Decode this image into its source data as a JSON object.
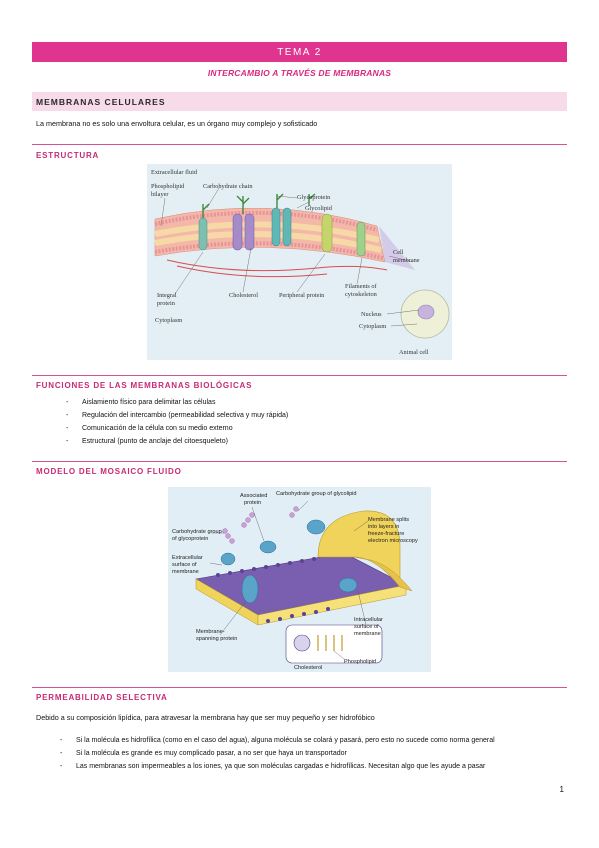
{
  "header": {
    "topic": "TEMA 2",
    "subtitle": "INTERCAMBIO A TRAVÉS DE MEMBRANAS"
  },
  "section_main": {
    "title": "MEMBRANAS CELULARES",
    "intro": "La membrana no es solo una envoltura celular, es un órgano muy complejo y sofisticado"
  },
  "estructura": {
    "heading": "ESTRUCTURA",
    "figure_labels": {
      "extracellular_fluid": "Extracellular fluid",
      "phospholipid": "Phospholipid",
      "bilayer": "bilayer",
      "carbohydrate_chain": "Carbohydrate chain",
      "glycoprotein": "Glycoprotein",
      "glycolipid": "Glycolipid",
      "cell": "Cell",
      "membrane": "membrane",
      "integral": "Integral",
      "protein": "protein",
      "cholesterol": "Cholesterol",
      "peripheral_protein": "Peripheral protein",
      "filaments_of": "Filaments of",
      "cytoskeleton": "cytoskeleton",
      "nucleus": "Nucleus",
      "cytoplasm_small": "Cytoplasm",
      "cytoplasm": "Cytoplasm",
      "animal_cell": "Animal cell"
    }
  },
  "funciones": {
    "heading": "FUNCIONES DE LAS MEMBRANAS BIOLÓGICAS",
    "items": [
      "Aislamiento físico para delimitar las células",
      "Regulación del intercambio (permeabilidad selectiva y muy rápida)",
      "Comunicación de la célula con su medio externo",
      "Estructural (punto de anclaje del citoesqueleto)"
    ]
  },
  "mosaico": {
    "heading": "MODELO DEL MOSAICO FLUIDO",
    "figure_labels": {
      "associated_protein_1": "Associated",
      "associated_protein_2": "protein",
      "carb_glycolipid": "Carbohydrate group of glycolipid",
      "carb_glycoprotein_1": "Carbohydrate group",
      "carb_glycoprotein_2": "of glycoprotein",
      "extracellular_1": "Extracellular",
      "extracellular_2": "surface of",
      "extracellular_3": "membrane",
      "splits_1": "Membrane splits",
      "splits_2": "into layers in",
      "splits_3": "freeze-fracture",
      "splits_4": "electron microscopy",
      "intracellular_1": "Intracellular",
      "intracellular_2": "surface of",
      "intracellular_3": "membrane",
      "spanning_1": "Membrane-",
      "spanning_2": "spanning protein",
      "phospholipid": "Phospholipid",
      "cholesterol": "Cholesterol"
    }
  },
  "permeabilidad": {
    "heading": "PERMEABILIDAD SELECTIVA",
    "intro": "Debido a su composición lipídica, para atravesar la membrana hay que ser muy pequeño y ser hidrofóbico",
    "items": [
      "Si la molécula es hidrofílica (como en el caso del agua), alguna molécula se colará y pasará, pero esto no sucede como norma general",
      "Si la molécula es grande es muy complicado pasar, a no ser que haya un transportador",
      "Las membranas son impermeables a los iones, ya que son moléculas cargadas e hidrofílicas. Necesitan algo que les ayude a pasar"
    ]
  },
  "footer": {
    "page_number": "1"
  },
  "colors": {
    "accent": "#e0358f",
    "section_bg": "#f8dbe9",
    "heading": "#c72a76"
  }
}
